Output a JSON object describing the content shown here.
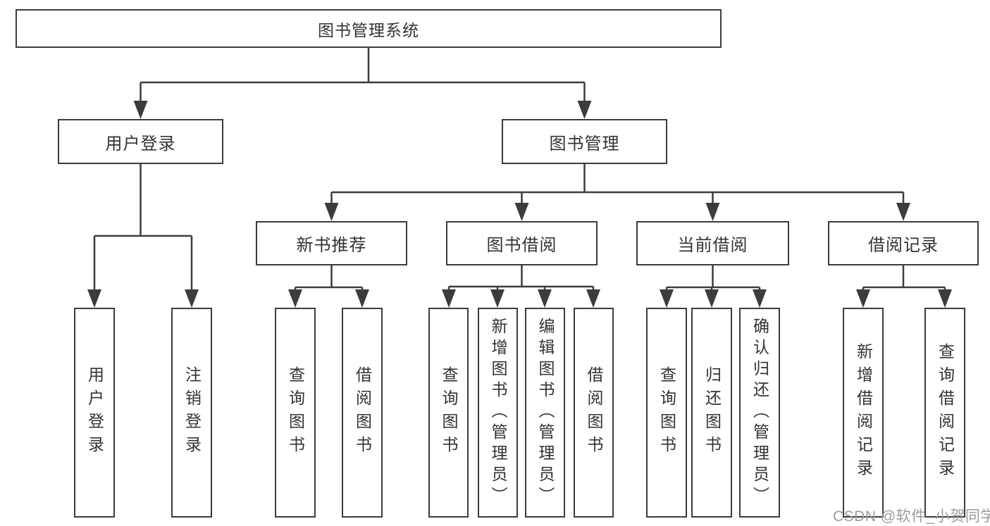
{
  "diagram": {
    "title": "图书管理系统",
    "level2": [
      {
        "label": "用户登录",
        "children": [
          "用户登录",
          "注销登录"
        ]
      },
      {
        "label": "图书管理"
      }
    ],
    "level3": [
      {
        "label": "新书推荐",
        "children": [
          "查询图书",
          "借阅图书"
        ]
      },
      {
        "label": "图书借阅",
        "children": [
          "查询图书",
          "新增图书（管理员）",
          "编辑图书（管理员）",
          "借阅图书"
        ]
      },
      {
        "label": "当前借阅",
        "children": [
          "查询图书",
          "归还图书",
          "确认归还（管理员）"
        ]
      },
      {
        "label": "借阅记录",
        "children": [
          "新增借阅记录",
          "查询借阅记录"
        ]
      }
    ]
  },
  "watermark": {
    "text": "CSDN @软件_小贺同学"
  },
  "colors": {
    "line": "#3c3c3c",
    "text": "#333333",
    "background": "#ffffff",
    "watermark": "#9c9c9c"
  }
}
